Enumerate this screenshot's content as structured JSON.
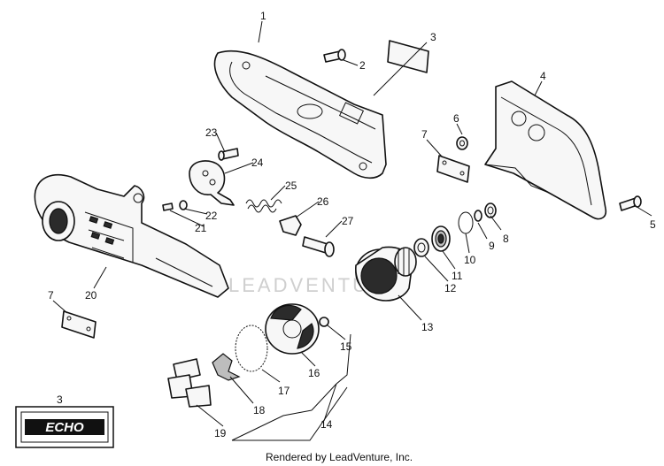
{
  "diagram": {
    "callouts": [
      {
        "id": "c1",
        "label": "1"
      },
      {
        "id": "c2",
        "label": "2"
      },
      {
        "id": "c3",
        "label": "3"
      },
      {
        "id": "c4",
        "label": "4"
      },
      {
        "id": "c5",
        "label": "5"
      },
      {
        "id": "c6",
        "label": "6"
      },
      {
        "id": "c7a",
        "label": "7"
      },
      {
        "id": "c7b",
        "label": "7"
      },
      {
        "id": "c8",
        "label": "8"
      },
      {
        "id": "c9",
        "label": "9"
      },
      {
        "id": "c10",
        "label": "10"
      },
      {
        "id": "c11",
        "label": "11"
      },
      {
        "id": "c12",
        "label": "12"
      },
      {
        "id": "c13",
        "label": "13"
      },
      {
        "id": "c14",
        "label": "14"
      },
      {
        "id": "c15",
        "label": "15"
      },
      {
        "id": "c16",
        "label": "16"
      },
      {
        "id": "c17",
        "label": "17"
      },
      {
        "id": "c18",
        "label": "18"
      },
      {
        "id": "c19",
        "label": "19"
      },
      {
        "id": "c20",
        "label": "20"
      },
      {
        "id": "c21",
        "label": "21"
      },
      {
        "id": "c22",
        "label": "22"
      },
      {
        "id": "c23",
        "label": "23"
      },
      {
        "id": "c24",
        "label": "24"
      },
      {
        "id": "c25",
        "label": "25"
      },
      {
        "id": "c26",
        "label": "26"
      },
      {
        "id": "c27",
        "label": "27"
      },
      {
        "id": "c3b",
        "label": "3"
      }
    ],
    "logo_text": "ECHO",
    "watermark": "LEADVENTURE",
    "footer": "Rendered by LeadVenture, Inc."
  }
}
